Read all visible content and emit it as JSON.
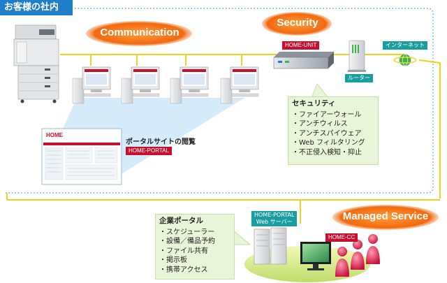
{
  "title": "お客様の社内",
  "labels": {
    "communication": "Communication",
    "security": "Security",
    "managed_service": "Managed Service",
    "home_unit": "HOME-UNIT",
    "router": "ルーター",
    "internet": "インターネット",
    "home_portal": "HOME-PORTAL",
    "portal_view": "ポータルサイトの閲覧",
    "server_label_1": "HOME-PORTAL",
    "server_label_2": "Web サーバー",
    "home_cc": "HOME-CC",
    "portal_brand": "HOME"
  },
  "security_list": {
    "heading": "セキュリティ",
    "items": [
      "ファイアーウォール",
      "アンチウィルス",
      "アンチスパイウェア",
      "Web フィルタリング",
      "不正侵入検知・抑止"
    ]
  },
  "portal_list": {
    "heading": "企業ポータル",
    "items": [
      "スケジューラー",
      "設備／備品予約",
      "ファイル共有",
      "掲示板",
      "携帯アクセス"
    ]
  },
  "colors": {
    "title_bg": "#1f7ec9",
    "network_line": "#f2d21b",
    "orange_ellipse": "#f26b10",
    "red_tag": "#c8102e",
    "teal_tag": "#1a9d9f",
    "green_box": "#e9f5d9"
  }
}
